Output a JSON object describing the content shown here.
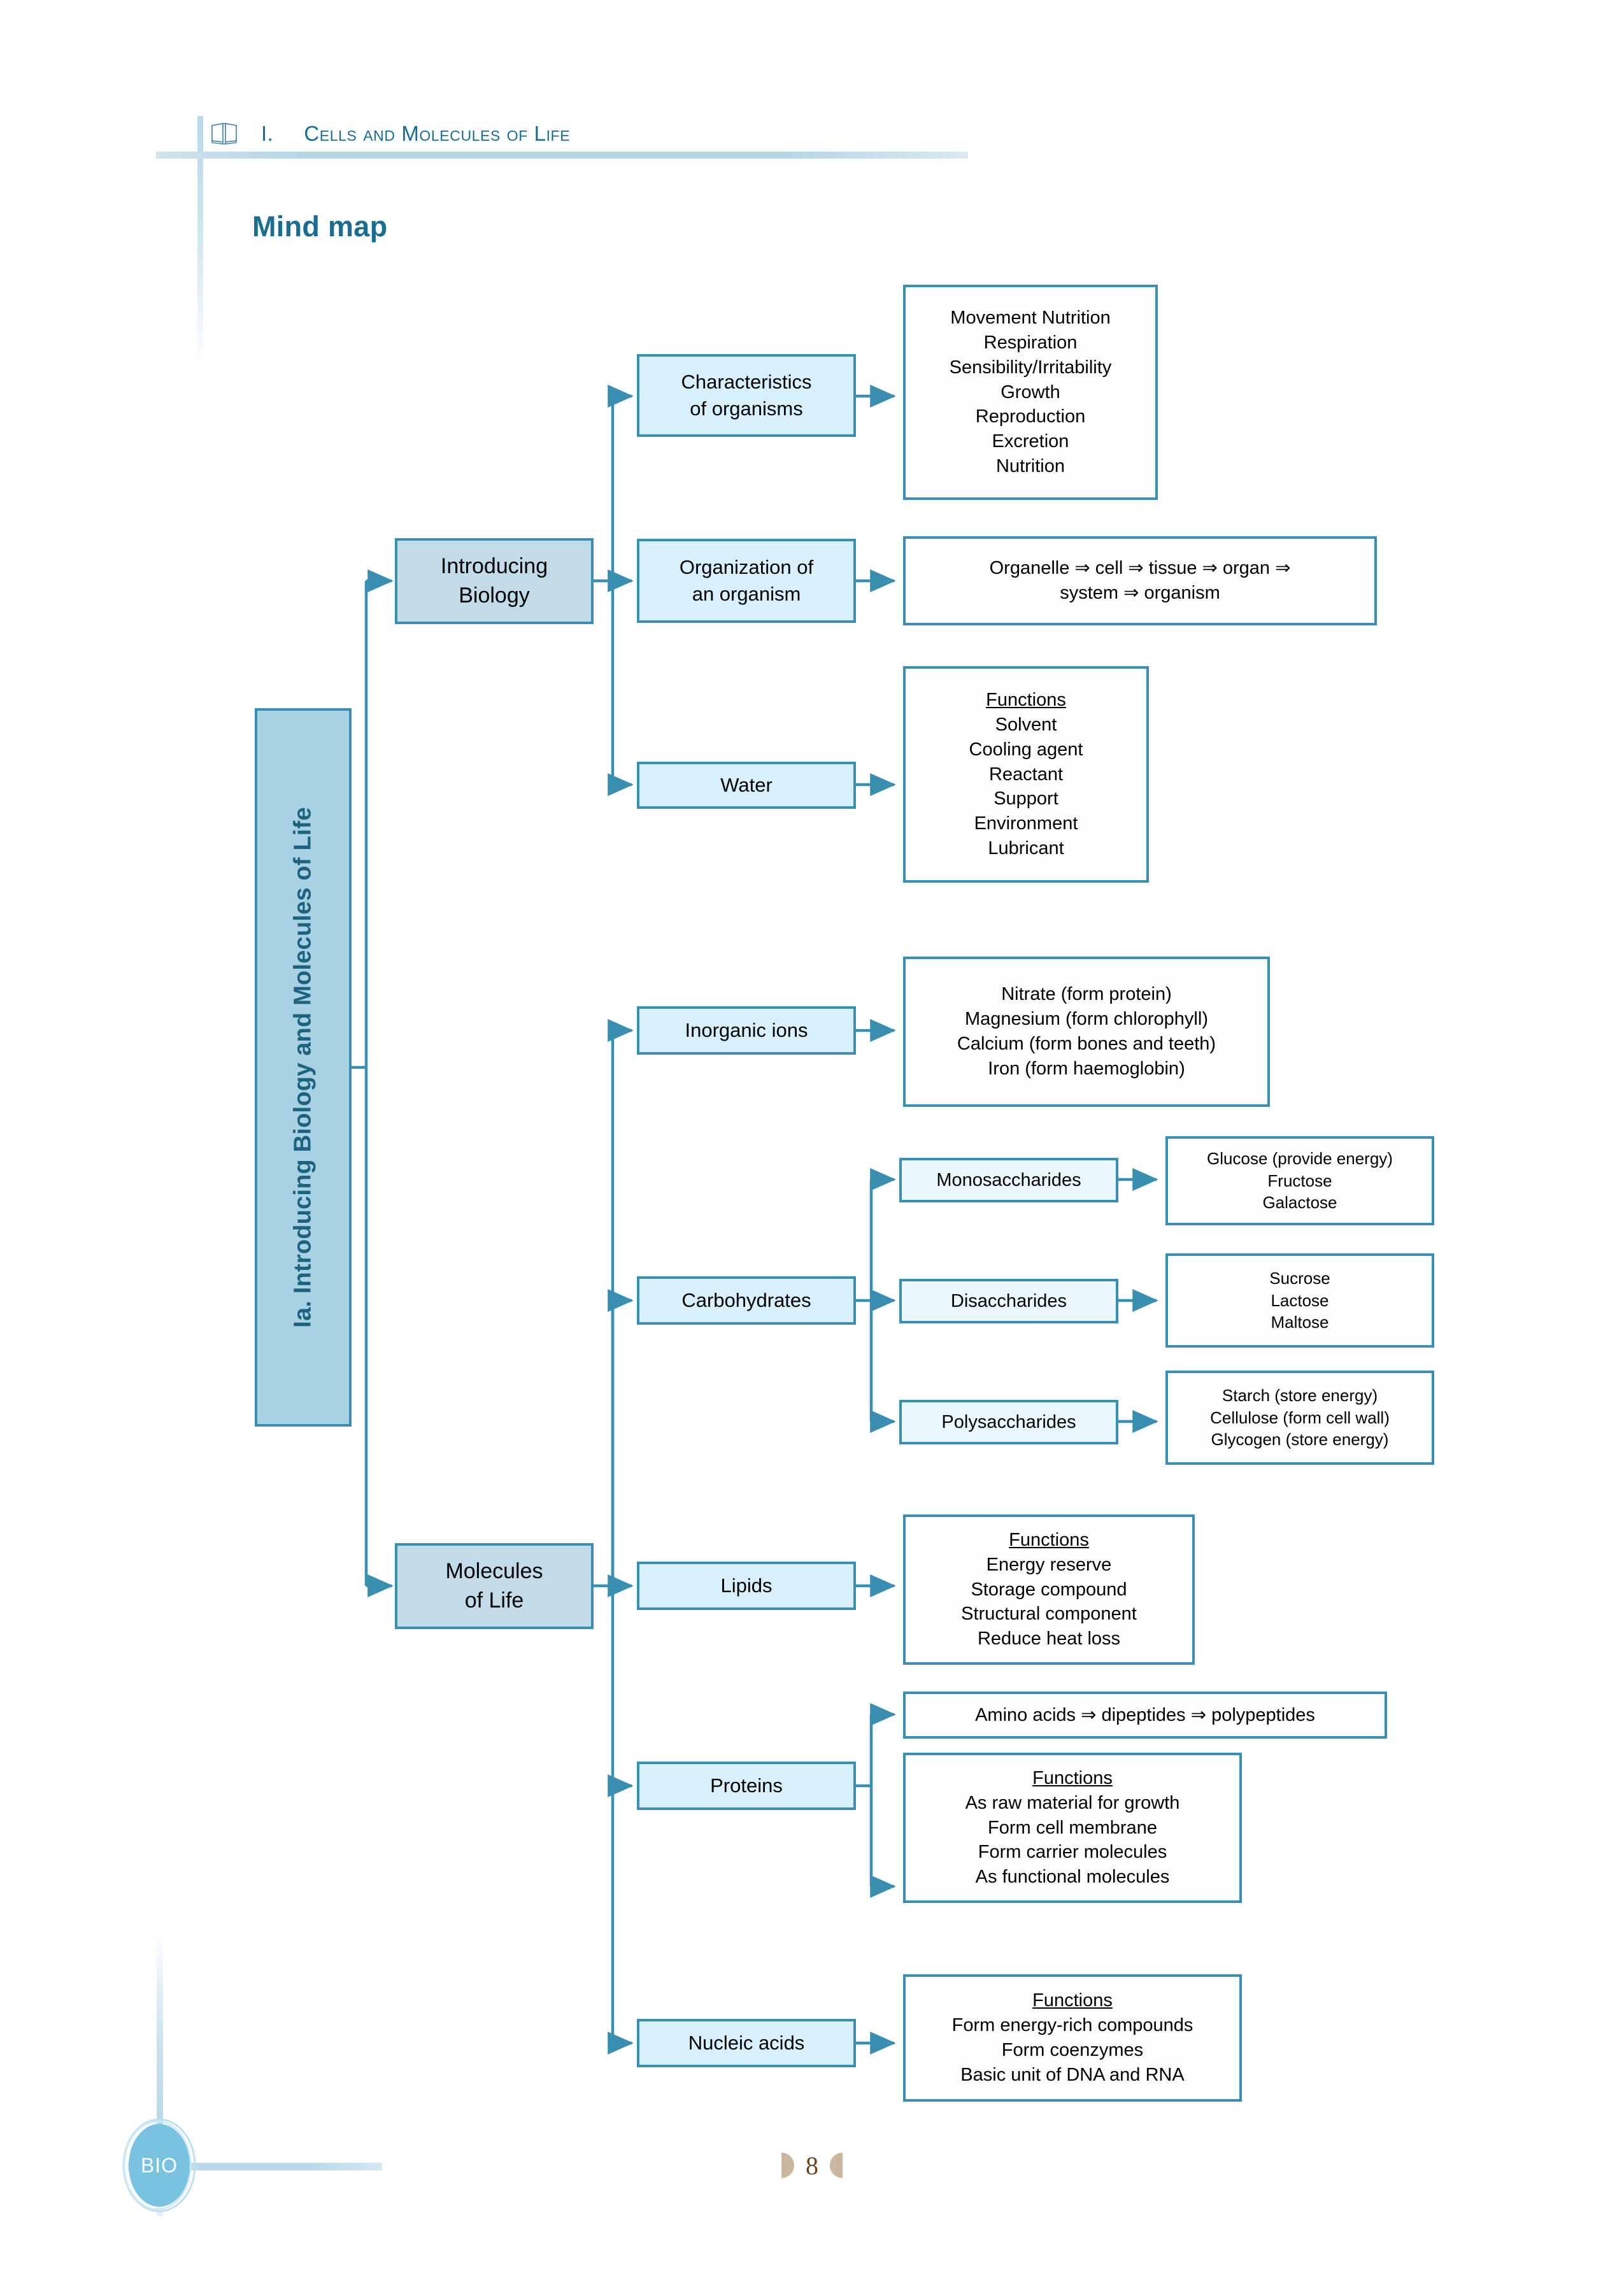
{
  "header": {
    "book_icon": "open-book-icon",
    "chapter_number": "I.",
    "chapter_title": "Cells and Molecules of Life"
  },
  "section": {
    "heading": "Mind map"
  },
  "chapter_tab": {
    "label": "Ia. Introducing Biology and Molecules of Life"
  },
  "colors": {
    "accent": "#3a8fb0",
    "heading": "#1a6d8c",
    "tab_fill": "#a8d2e4",
    "level1_fill": "#c2dbe8",
    "level2_fill": "#d7f0fb",
    "level3_fill": "#e9f6fc",
    "leaf_fill": "#fcfdfe",
    "page_number": "#6b4422"
  },
  "mindmap": {
    "branch_1": {
      "label_line1": "Introducing",
      "label_line2": "Biology",
      "children": [
        {
          "label_line1": "Characteristics",
          "label_line2": "of organisms",
          "leaf_lines": [
            "Movement Nutrition",
            "Respiration",
            "Sensibility/Irritability",
            "Growth",
            "Reproduction",
            "Excretion",
            "Nutrition"
          ]
        },
        {
          "label_line1": "Organization of",
          "label_line2": "an organism",
          "leaf_lines": [
            "Organelle ⇒ cell ⇒ tissue ⇒ organ ⇒",
            "system ⇒ organism"
          ]
        },
        {
          "label_line1": "Water",
          "label_line2": "",
          "leaf_title": "Functions",
          "leaf_lines": [
            "Solvent",
            "Cooling agent",
            "Reactant",
            "Support",
            "Environment",
            "Lubricant"
          ]
        }
      ]
    },
    "branch_2": {
      "label_line1": "Molecules",
      "label_line2": "of Life",
      "children": [
        {
          "label_line1": "Inorganic ions",
          "leaf_lines": [
            "Nitrate (form protein)",
            "Magnesium (form chlorophyll)",
            "Calcium (form bones and teeth)",
            "Iron (form haemoglobin)"
          ]
        },
        {
          "label_line1": "Carbohydrates",
          "subgroups": [
            {
              "label": "Monosaccharides",
              "leaf_lines": [
                "Glucose (provide energy)",
                "Fructose",
                "Galactose"
              ]
            },
            {
              "label": "Disaccharides",
              "leaf_lines": [
                "Sucrose",
                "Lactose",
                "Maltose"
              ]
            },
            {
              "label": "Polysaccharides",
              "leaf_lines": [
                "Starch (store energy)",
                "Cellulose (form cell wall)",
                "Glycogen (store energy)"
              ]
            }
          ]
        },
        {
          "label_line1": "Lipids",
          "leaf_title": "Functions",
          "leaf_lines": [
            "Energy reserve",
            "Storage compound",
            "Structural component",
            "Reduce heat loss"
          ]
        },
        {
          "label_line1": "Proteins",
          "leaf_a_lines": [
            "Amino acids ⇒ dipeptides ⇒ polypeptides"
          ],
          "leaf_b_title": "Functions",
          "leaf_b_lines": [
            "As raw material for growth",
            "Form cell membrane",
            "Form carrier molecules",
            "As functional molecules"
          ]
        },
        {
          "label_line1": "Nucleic acids",
          "leaf_title": "Functions",
          "leaf_lines": [
            "Form energy-rich compounds",
            "Form coenzymes",
            "Basic unit of DNA and RNA"
          ]
        }
      ]
    }
  },
  "footer": {
    "badge_label": "BIO",
    "page_number": "8"
  }
}
